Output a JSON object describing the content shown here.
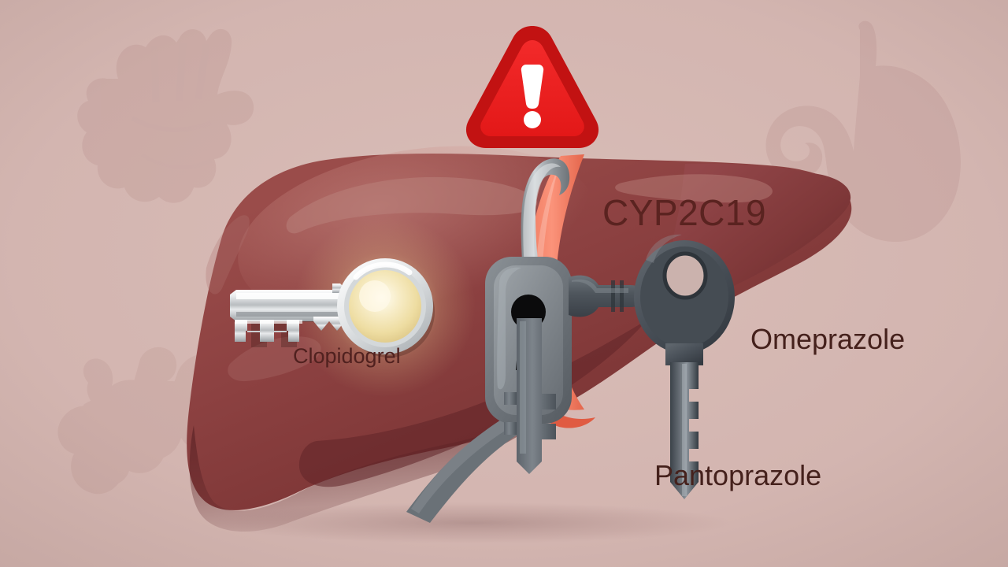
{
  "illustration": {
    "title": "CYP2C19 liver enzyme drug interaction",
    "background_color": "#d3b5b0"
  },
  "labels": {
    "enzyme": "CYP2C19",
    "clopidogrel": "Clopidogrel",
    "omeprazole": "Omeprazole",
    "pantoprazole": "Pantoprazole"
  },
  "icons": {
    "warning": "warning-triangle-icon",
    "padlock": "padlock-icon",
    "silver_key": "key-icon",
    "dark_key": "key-icon",
    "heart_watermark": "heart-icon",
    "stomach_watermark": "stomach-icon",
    "intestine_watermark": "intestine-icon"
  },
  "colors": {
    "background": "#d3b5b0",
    "liver_base": "#8d4040",
    "liver_dark": "#6e2d30",
    "liver_highlight": "#a05a58",
    "warning_red": "#ee2222",
    "warning_red_dark": "#c21212",
    "warning_mark": "#ffffff",
    "band_salmon": "#f4826a",
    "metal_silver": "#c9ccce",
    "metal_dark": "#5b6167",
    "key_glow": "#f5e6b8",
    "label_dark": "#45211c",
    "label_liver_text": "#5a2320"
  }
}
